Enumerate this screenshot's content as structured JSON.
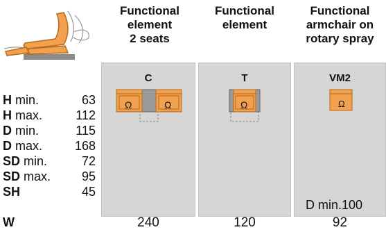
{
  "columns": [
    {
      "heading": [
        "Functional",
        "element",
        "2 seats"
      ],
      "code": "C",
      "width": "240"
    },
    {
      "heading": [
        "Functional",
        "element"
      ],
      "code": "T",
      "width": "120"
    },
    {
      "heading": [
        "Functional",
        "armchair on",
        "rotary spray"
      ],
      "code": "VM2",
      "width": "92"
    }
  ],
  "dimensions": [
    {
      "key": "H",
      "suffix": " min.",
      "value": "63"
    },
    {
      "key": "H",
      "suffix": " max.",
      "value": "112"
    },
    {
      "key": "D",
      "suffix": " min.",
      "value": "115"
    },
    {
      "key": "D",
      "suffix": " max.",
      "value": "168"
    },
    {
      "key": "SD",
      "suffix": " min.",
      "value": "72"
    },
    {
      "key": "SD",
      "suffix": " max.",
      "value": "95"
    },
    {
      "key": "SH",
      "suffix": "",
      "value": "45"
    }
  ],
  "width_label": "W",
  "note": "D min.100",
  "seat_symbol": "Ω",
  "colors": {
    "seat": "#f2a24e",
    "seat_border": "#b56a1e",
    "panel": "#d6d6d6"
  }
}
